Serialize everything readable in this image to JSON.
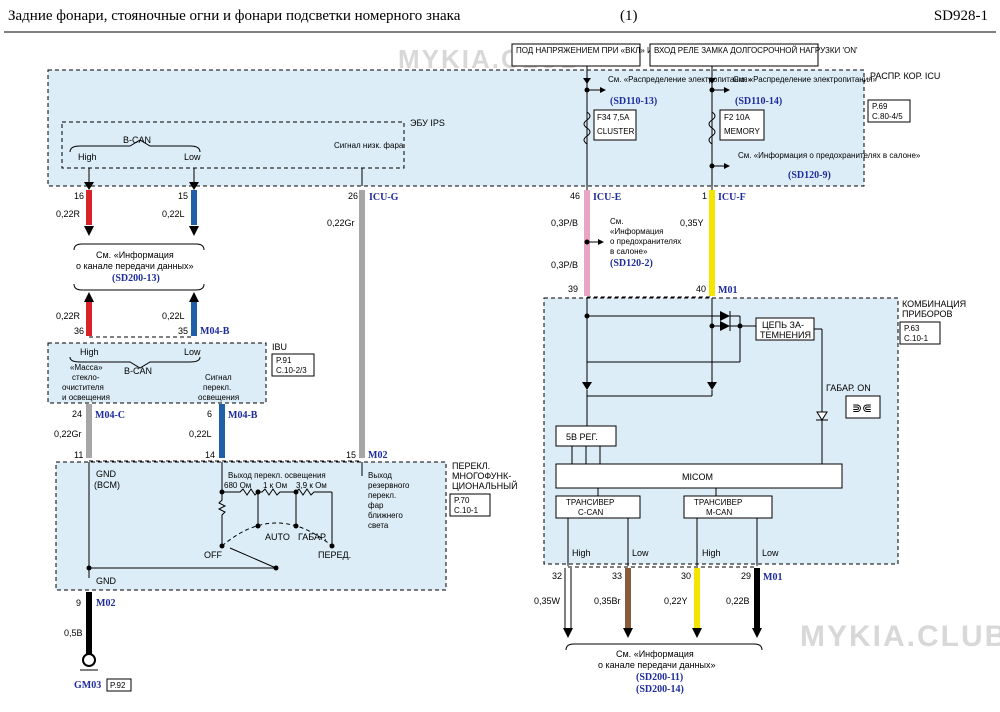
{
  "header": {
    "title": "Задние фонари, стояночные огни и фонари подсветки номерного знака",
    "page_number": "(1)",
    "code": "SD928-1"
  },
  "watermark": {
    "top": "MYKIA.CLUB",
    "bottom": "MYKIA.CLUB"
  },
  "power_labels": {
    "ign": "ПОД НАПРЯЖЕНИЕМ ПРИ «ВКЛ» ИЛИ «ПУСК»",
    "relay": "ВХОД РЕЛЕ ЗАМКА ДОЛГОСРОЧНОЙ НАГРУЗКИ 'ON'"
  },
  "icu": {
    "name": "РАСПР. КОР. ICU",
    "ref_page": "P.69",
    "ref_sheet": "C.80-4/5",
    "ips_label": "ЭБУ IPS",
    "bcan": "B-CAN",
    "high": "High",
    "low": "Low",
    "signal": "Сигнал низк. фара",
    "see_power1": "См. «Распределение электропитания»",
    "see_power1_code": "(SD110-13)",
    "see_power2": "См. «Распределение электропитания»",
    "see_power2_code": "(SD110-14)",
    "fuse1": "F34 7,5A",
    "fuse1_name": "CLUSTER",
    "fuse2": "F2 10A",
    "fuse2_name": "MEMORY",
    "see_fuses": "См. «Информация о предохранителях в салоне»",
    "see_fuses_code": "(SD120-9)"
  },
  "pins": {
    "p16": "16",
    "p15": "15",
    "p26": "26",
    "icu_g": "ICU-G",
    "p46": "46",
    "icu_e": "ICU-E",
    "p1": "1",
    "icu_f": "ICU-F",
    "p36": "36",
    "p35": "35",
    "m04b": "M04-B",
    "p24": "24",
    "m04c": "M04-C",
    "p6": "6",
    "m04b2": "M04-B",
    "p11": "11",
    "p14": "14",
    "p15b": "15",
    "m02": "M02",
    "p39": "39",
    "p40": "40",
    "m01": "M01",
    "p9": "9",
    "m02b": "M02",
    "p32": "32",
    "p33": "33",
    "p30": "30",
    "p29": "29",
    "m01b": "M01",
    "gm03": "GM03",
    "p92": "P.92"
  },
  "wires": {
    "w022r": "0,22R",
    "w022l": "0,22L",
    "w022gr": "0,22Gr",
    "w022r2": "0,22R",
    "w022l2": "0,22L",
    "w022gr2": "0,22Gr",
    "w022l3": "0,22L",
    "w03pb": "0,3P/B",
    "w03pb2": "0,3P/B",
    "w035y": "0,35Y",
    "w05b": "0,5B",
    "w035w": "0,35W",
    "w035br": "0,35Br",
    "w022y": "0,22Y",
    "w022b": "0,22B"
  },
  "colors": {
    "red": "#d8232a",
    "blue": "#1f5fa8",
    "gray": "#a6a6a6",
    "pink": "#e8a6c4",
    "yellow": "#f2e600",
    "black": "#000000",
    "brown": "#8a5a3c",
    "white": "#ffffff",
    "panel": "#dcedf7"
  },
  "see_can1": {
    "text1": "См. «Информация",
    "text2": "о канале передачи данных»",
    "code": "(SD200-13)"
  },
  "see_fuses2": {
    "text1": "См.",
    "text2": "«Информация",
    "text3": "о предохранителях",
    "text4": "в салоне»",
    "code": "(SD120-2)"
  },
  "ibu": {
    "name": "IBU",
    "ref_page": "P.91",
    "ref_sheet": "C.10-2/3",
    "bcan": "B-CAN",
    "high": "High",
    "low": "Low",
    "mass1": "«Масса»",
    "mass2": "стекло-",
    "mass3": "очистителя",
    "mass4": "и освещения",
    "sig1": "Сигнал",
    "sig2": "перекл.",
    "sig3": "освещения"
  },
  "mfs": {
    "name1": "ПЕРЕКЛ.",
    "name2": "МНОГОФУНК-",
    "name3": "ЦИОНАЛЬНЫЙ",
    "ref_page": "P.70",
    "ref_sheet": "C.10-1",
    "gnd_bcm1": "GND",
    "gnd_bcm2": "(BCM)",
    "out_title": "Выход перекл. освещения",
    "r1": "680 Ом",
    "r2": "1 к Ом",
    "r3": "3,9 к Ом",
    "auto": "AUTO",
    "gabar": "ГАБАР.",
    "off": "OFF",
    "pered": "ПЕРЕД.",
    "reserve1": "Выход",
    "reserve2": "резервного",
    "reserve3": "перекл.",
    "reserve4": "фар",
    "reserve5": "ближнего",
    "reserve6": "света",
    "gnd": "GND"
  },
  "cluster": {
    "name1": "КОМБИНАЦИЯ",
    "name2": "ПРИБОРОВ",
    "ref_page": "P.63",
    "ref_sheet": "C.10-1",
    "dim1": "ЦЕПЬ ЗА-",
    "dim2": "ТЕМНЕНИЯ",
    "gabar_on": "ГАБАР. ON",
    "reg": "5В РЕГ.",
    "micom": "MICOM",
    "tc1": "ТРАНСИВЕР",
    "tc2": "C-CAN",
    "tm1": "ТРАНСИВЕР",
    "tm2": "M-CAN",
    "high1": "High",
    "low1": "Low",
    "high2": "High",
    "low2": "Low"
  },
  "see_can2": {
    "text1": "См. «Информация",
    "text2": "о канале передачи данных»",
    "code1": "(SD200-11)",
    "code2": "(SD200-14)"
  }
}
